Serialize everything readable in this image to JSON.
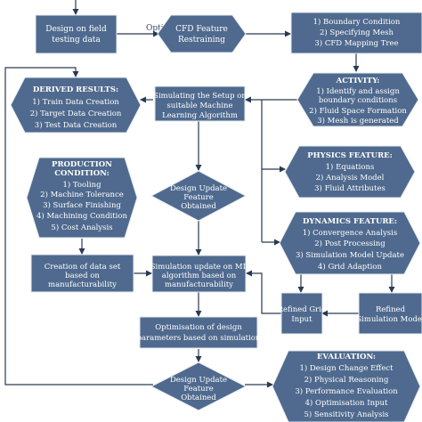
{
  "colors": {
    "node_fill": "#4f6a8e",
    "node_stroke": "#e6ebf2",
    "arrow": "#2a3a52",
    "text": "#ffffff",
    "edge_label": "#2f4a6e"
  },
  "nodes": {
    "design_on_field": {
      "lines": [
        "Design on field",
        "testing data"
      ]
    },
    "cfd_feature": {
      "lines": [
        "CFD Feature",
        "Restraining"
      ]
    },
    "boundary_box": {
      "lines": [
        "1) Boundary Condition",
        "2) Specifying Mesh",
        "3) CFD Mapping Tree"
      ]
    },
    "derived_results": {
      "title": "DERIVED RESULTS:",
      "lines": [
        "1) Train Data Creation",
        "2) Target Data Creation",
        "3) Test Data Creation"
      ]
    },
    "simulating_setup": {
      "lines": [
        "Simulating the Setup on",
        "suitable Machine",
        "Learning Algorithm"
      ]
    },
    "activity": {
      "title": "ACTIVITY:",
      "lines": [
        "1) Identify and assign",
        "boundary conditions",
        "2) Fluid Space Formation",
        "3) Mesh is generated"
      ]
    },
    "production_condition": {
      "title": "PRODUCTION",
      "title2": "CONDITION:",
      "lines": [
        "1) Tooling",
        "2) Machine Tolerance",
        "3) Surface Finishing",
        "4) Machining Condition",
        "5) Cost Analysis"
      ]
    },
    "design_update_1": {
      "lines": [
        "Design Update",
        "Feature",
        "Obtained"
      ]
    },
    "physics_feature": {
      "title": "PHYSICS FEATURE:",
      "lines": [
        "1) Equations",
        "2) Analysis Model",
        "3) Fluid Attributes"
      ]
    },
    "dynamics_feature": {
      "title": "DYNAMICS FEATURE:",
      "lines": [
        "1) Convergence Analysis",
        "2) Post Processing",
        "3) Simulation Model Update",
        "4) Grid Adaption"
      ]
    },
    "creation_data_set": {
      "lines": [
        "Creation of data set",
        "based on",
        "manufacturability"
      ]
    },
    "simulation_update": {
      "lines": [
        "Simulation update on ML",
        "algorithm based on",
        "manufacturability"
      ]
    },
    "refined_grid": {
      "lines": [
        "Refined Grid",
        "Input"
      ]
    },
    "refined_sim": {
      "lines": [
        "Refined",
        "Simulation Model"
      ]
    },
    "optimisation_design": {
      "lines": [
        "Optimisation of design",
        "parameters based on simulation"
      ]
    },
    "design_update_2": {
      "lines": [
        "Design Update",
        "Feature",
        "Obtained"
      ]
    },
    "evaluation": {
      "title": "EVALUATION:",
      "lines": [
        "1) Design Change Effect",
        "2) Physical Reasoning",
        "3) Performance Evaluation",
        "4) Optimisation Input",
        "5) Sensitivity Analysis"
      ]
    }
  },
  "edge_labels": {
    "optimisation": "Optimisation"
  }
}
